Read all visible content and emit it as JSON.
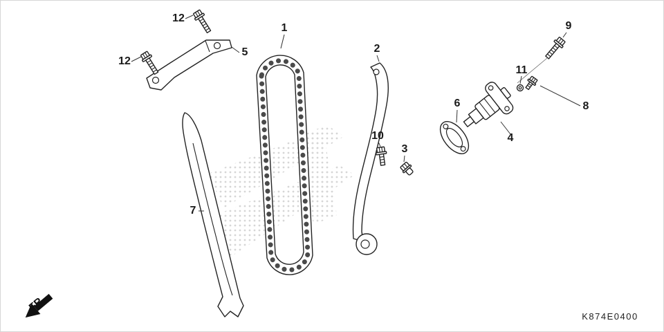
{
  "colors": {
    "background": "#ffffff",
    "line": "#222222",
    "watermark_dot": "#cfcfcf"
  },
  "callouts": [
    {
      "label": "12"
    },
    {
      "label": "12"
    },
    {
      "label": "5"
    },
    {
      "label": "1"
    },
    {
      "label": "2"
    },
    {
      "label": "9"
    },
    {
      "label": "11"
    },
    {
      "label": "8"
    },
    {
      "label": "6"
    },
    {
      "label": "4"
    },
    {
      "label": "10"
    },
    {
      "label": "3"
    },
    {
      "label": "7"
    }
  ],
  "direction_indicator": {
    "label": "FR."
  },
  "footer": {
    "diagram_code": "K874E0400"
  }
}
